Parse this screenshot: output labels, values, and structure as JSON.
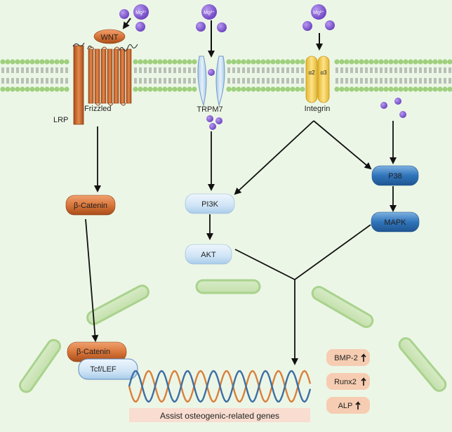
{
  "receptors": {
    "wnt": "WNT",
    "lrp": "LRP",
    "frizzled": "Frizzled",
    "trpm7": "TRPM7",
    "integrin": "Integrin",
    "alpha2": "α2",
    "alpha3": "α3"
  },
  "ions": {
    "mg": "Mg²⁺"
  },
  "pathway": {
    "beta_catenin": "β-Catenin",
    "pi3k": "PI3K",
    "akt": "AKT",
    "p38": "P38",
    "mapk": "MAPK",
    "nuclear_beta_catenin": "β-Catenin",
    "tcf_lef": "Tcf/LEF"
  },
  "genes": {
    "bmp2": "BMP-2",
    "runx2": "Runx2",
    "alp": "ALP",
    "caption": "Assist osteogenic-related genes"
  },
  "colors": {
    "background": "#ecf6e6",
    "membrane_head": "#9fd07e",
    "receptor_orange": "#d9763a",
    "ion_purple": "#7a52c8",
    "pi3k_light_blue": "#cfe4f6",
    "mapk_blue": "#2f74bb",
    "gene_badge": "#f6cdb2",
    "dna_orange": "#d9803c",
    "dna_blue": "#3d6fa3"
  }
}
